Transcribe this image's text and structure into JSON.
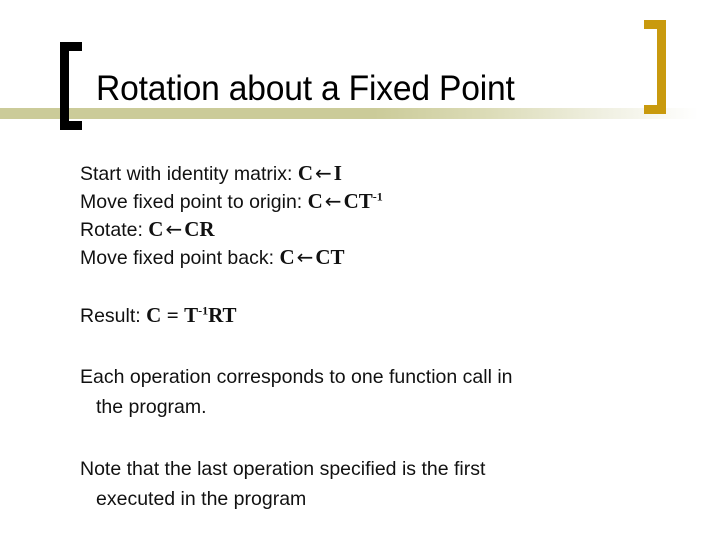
{
  "slide": {
    "title": "Rotation about a Fixed Point",
    "background_color": "#ffffff",
    "accent_bar_color": "#cbcb99",
    "bracket_left_color": "#000000",
    "bracket_right_color": "#c99a0e"
  },
  "steps": [
    {
      "label": "Start with identity matrix:",
      "lhs": "C",
      "arrow": "←",
      "rhs": "I",
      "exponent": ""
    },
    {
      "label": "Move fixed point to origin:",
      "lhs": "C",
      "arrow": "←",
      "rhs": "CT",
      "exponent": "-1"
    },
    {
      "label": "Rotate:",
      "lhs": "C",
      "arrow": "←",
      "rhs": "CR",
      "exponent": ""
    },
    {
      "label": "Move fixed point back:",
      "lhs": "C",
      "arrow": "←",
      "rhs": "CT",
      "exponent": ""
    }
  ],
  "result": {
    "label": "Result:",
    "lhs": "C",
    "equals": "=",
    "base": "T",
    "exponent": "-1",
    "rest": "RT"
  },
  "notes": [
    {
      "first": "Each operation corresponds to one function call in",
      "second": "the program."
    },
    {
      "first": "Note that the last operation specified is the first",
      "second": "executed in the program"
    }
  ]
}
